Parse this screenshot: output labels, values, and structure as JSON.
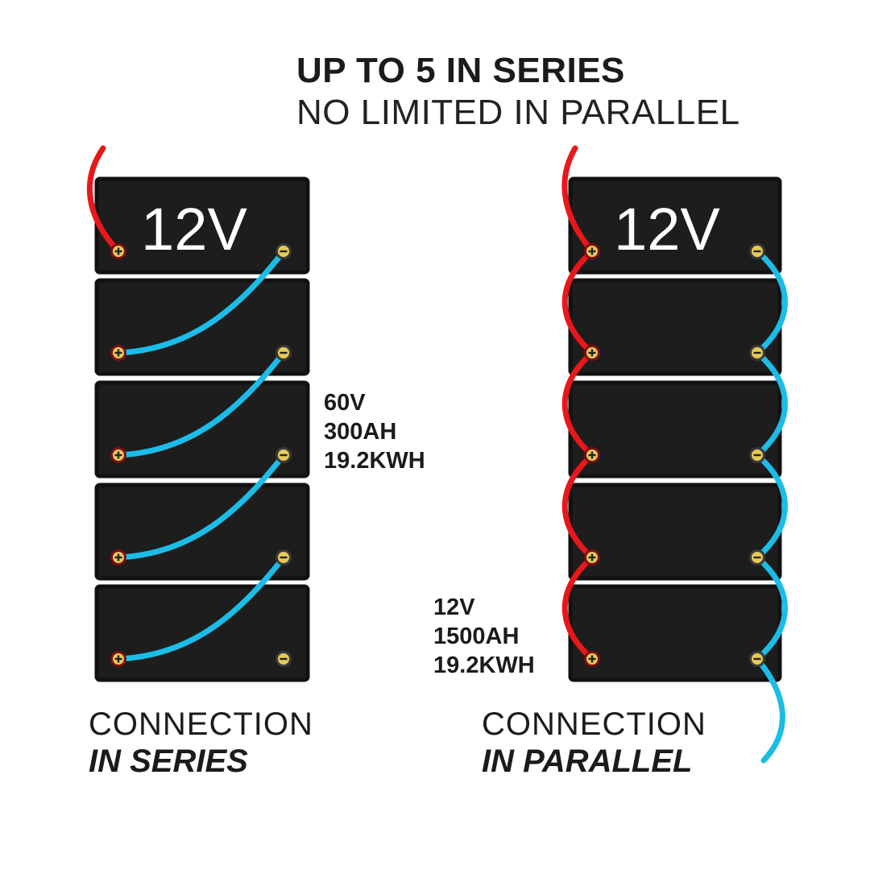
{
  "header": {
    "line1": "UP TO 5 IN SERIES",
    "line2": "NO LIMITED IN PARALLEL"
  },
  "battery": {
    "label": "12V",
    "count_per_bank": 5,
    "body_color": "#1d1d1d",
    "frame_color": "#111111"
  },
  "wires": {
    "positive_color": "#e8171b",
    "negative_color": "#1bbde8"
  },
  "series": {
    "specs": [
      "60V",
      "300AH",
      "19.2KWH"
    ],
    "caption_line1": "CONNECTION",
    "caption_line2": "IN SERIES"
  },
  "parallel": {
    "specs": [
      "12V",
      "1500AH",
      "19.2KWH"
    ],
    "caption_line1": "CONNECTION",
    "caption_line2": "IN PARALLEL"
  }
}
